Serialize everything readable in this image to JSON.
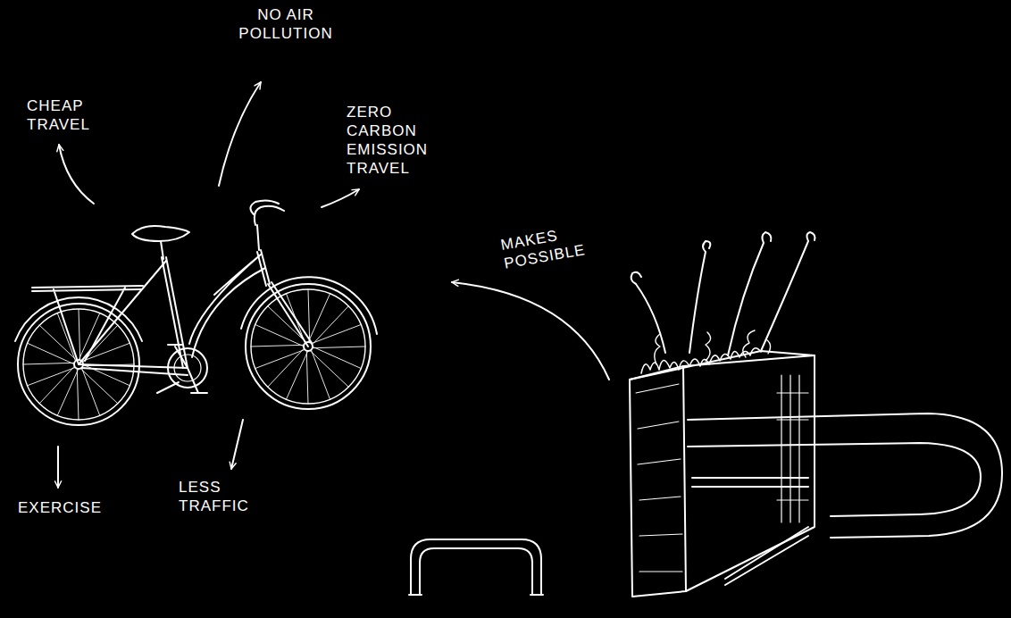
{
  "diagram": {
    "labels": [
      "NO AIR POLLUTION",
      "CHEAP TRAVEL",
      "ZERO CARBON EMISSION TRAVEL",
      "MAKES POSSIBLE",
      "EXERCISE",
      "LESS TRAFFIC"
    ]
  }
}
